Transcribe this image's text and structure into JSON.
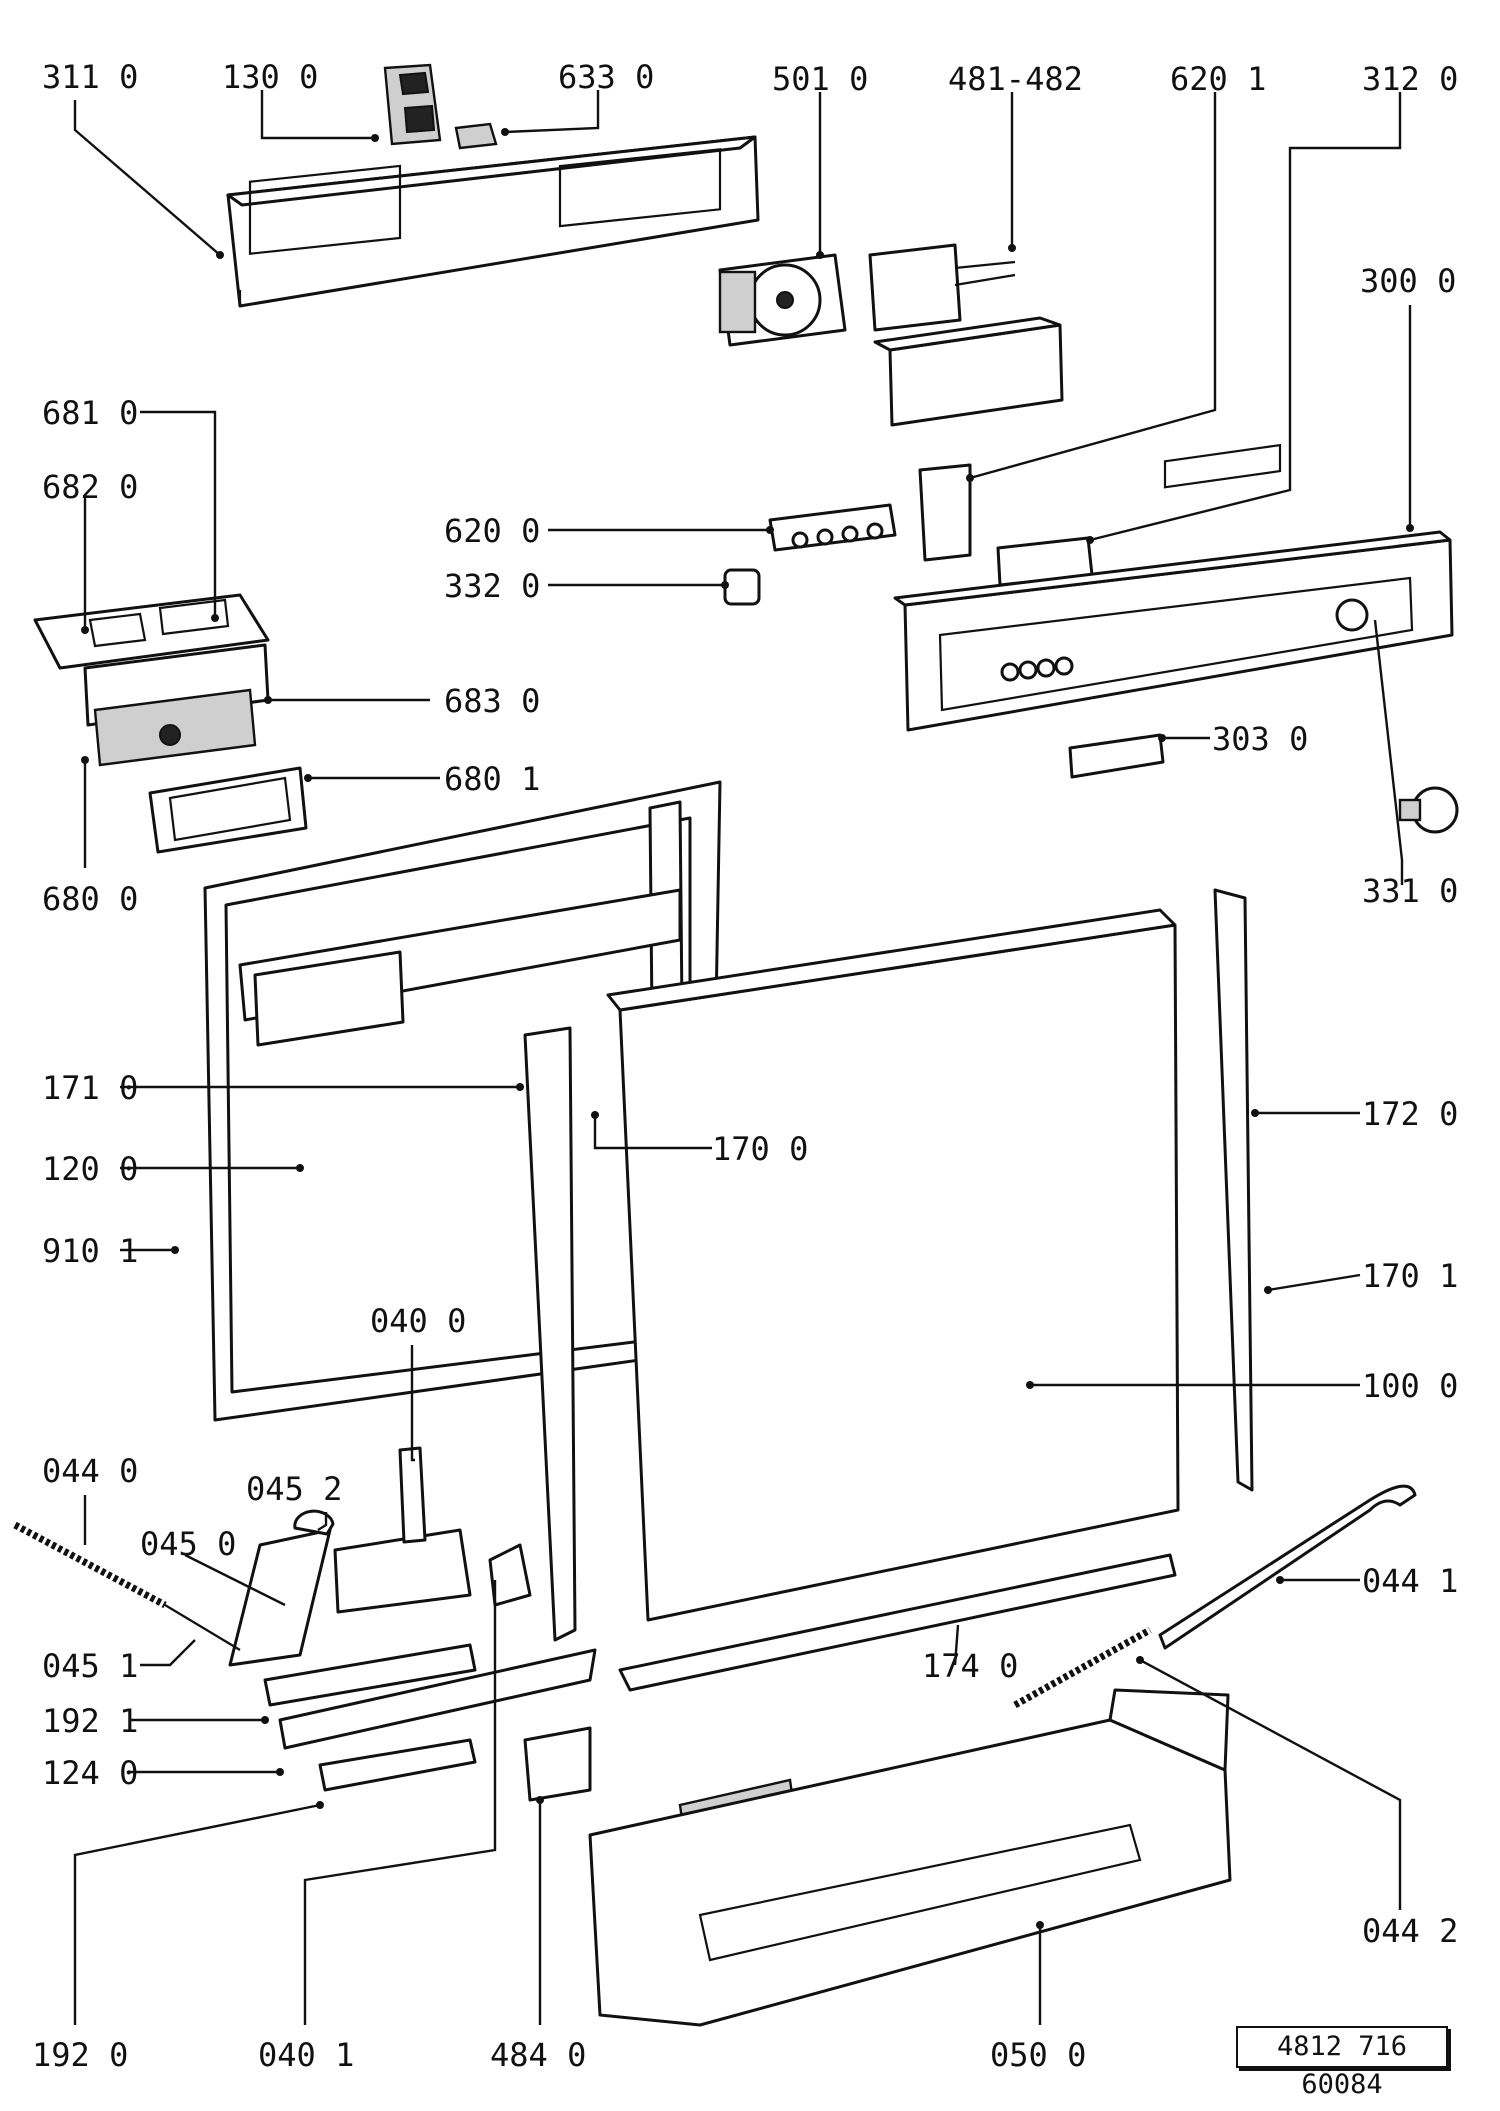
{
  "labels": {
    "l3110": "311 0",
    "l1300": "130 0",
    "l6330": "633 0",
    "l5010": "501 0",
    "l481": "481-482",
    "l6201": "620 1",
    "l3120": "312 0",
    "l3000": "300 0",
    "l6810": "681 0",
    "l6820": "682 0",
    "l6200": "620 0",
    "l3320": "332 0",
    "l6830": "683 0",
    "l3030": "303 0",
    "l6801": "680 1",
    "l6800": "680 0",
    "l3310": "331 0",
    "l1710": "171 0",
    "l1700": "170 0",
    "l1720": "172 0",
    "l1200": "120 0",
    "l9101": "910 1",
    "l1701": "170 1",
    "l0400": "040 0",
    "l1000": "100 0",
    "l0440": "044 0",
    "l0452": "045 2",
    "l0450": "045 0",
    "l0441": "044 1",
    "l0451": "045 1",
    "l1740": "174 0",
    "l1921": "192 1",
    "l1240": "124 0",
    "l0442": "044 2",
    "l1920": "192 0",
    "l0401": "040 1",
    "l4840": "484 0",
    "l0500": "050 0"
  },
  "drawing_ref": "4812 716 60084"
}
